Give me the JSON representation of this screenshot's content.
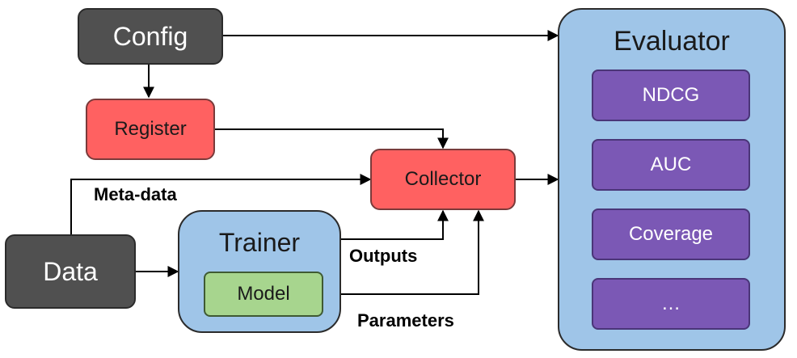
{
  "nodes": {
    "config": "Config",
    "register": "Register",
    "collector": "Collector",
    "data": "Data",
    "trainer": "Trainer",
    "model": "Model",
    "evaluator": "Evaluator"
  },
  "metrics": [
    "NDCG",
    "AUC",
    "Coverage",
    "…"
  ],
  "edge_labels": {
    "meta_data": "Meta-data",
    "outputs": "Outputs",
    "parameters": "Parameters"
  },
  "colors": {
    "dark_box": "#505050",
    "red_box": "#ff6161",
    "container": "#9fc5e8",
    "metric": "#7b58b5",
    "model": "#a7d58e"
  }
}
